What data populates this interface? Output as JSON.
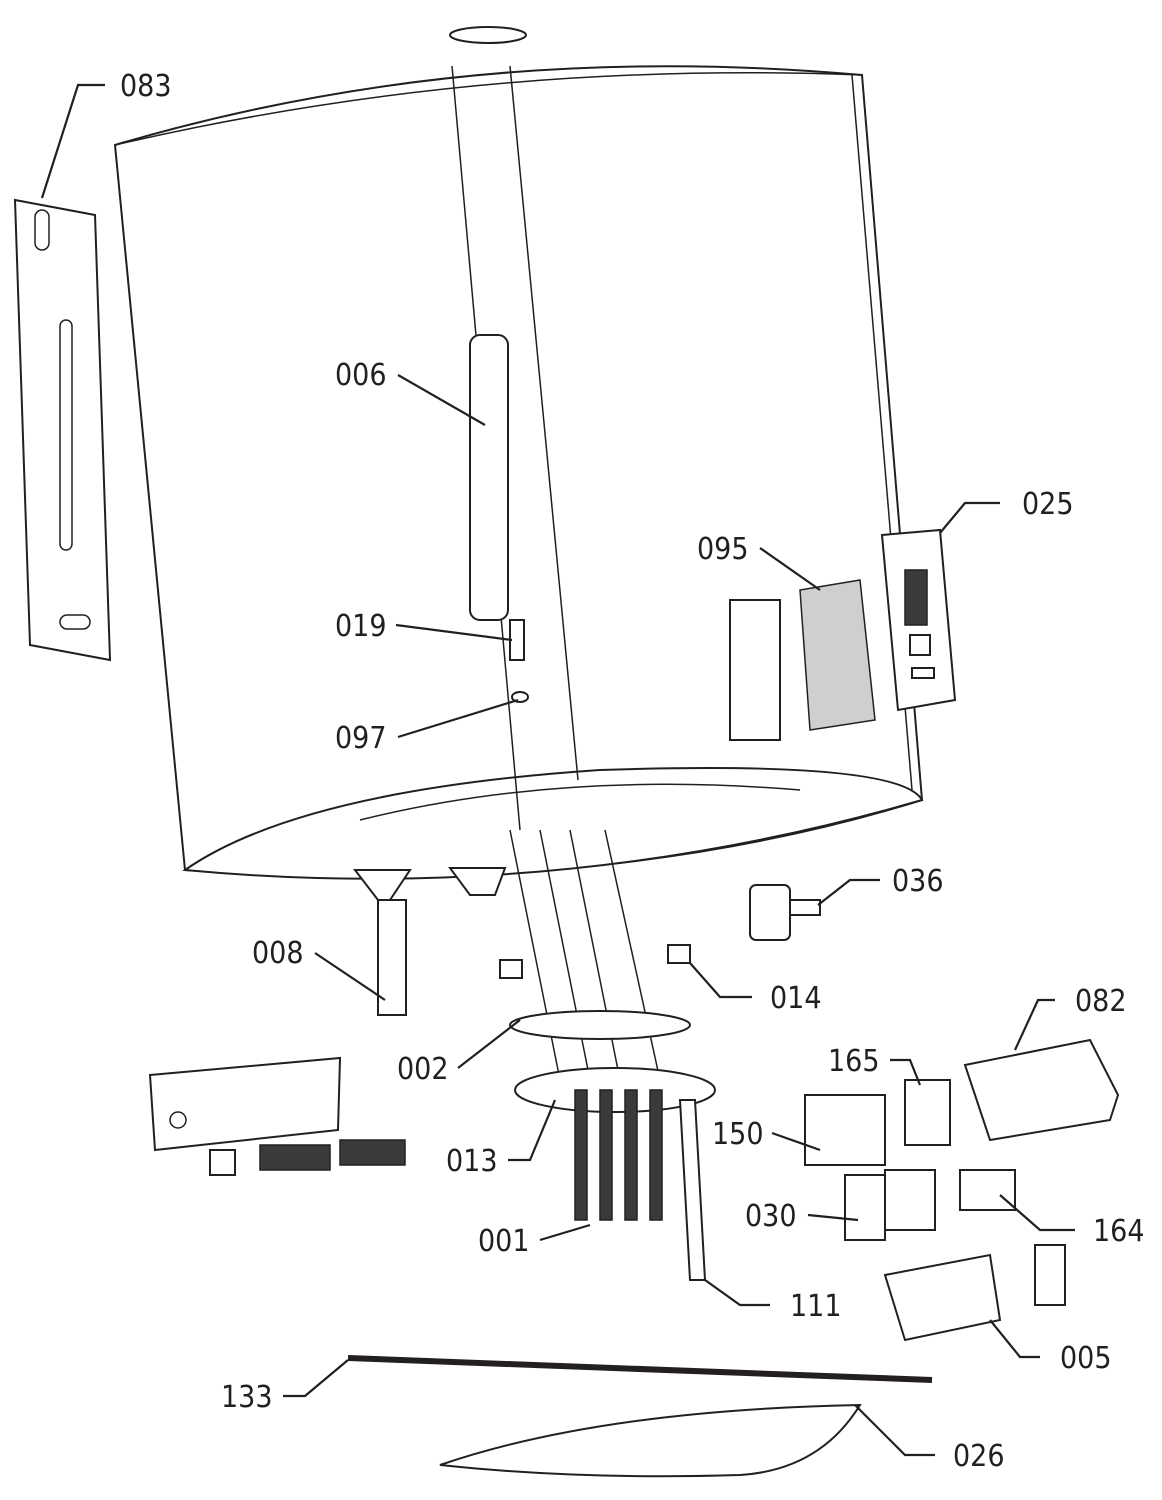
{
  "diagram": {
    "type": "exploded-parts-view",
    "parts": {
      "p083": "083",
      "p006": "006",
      "p019": "019",
      "p097": "097",
      "p095": "095",
      "p025": "025",
      "p036": "036",
      "p008": "008",
      "p014": "014",
      "p002": "002",
      "p082": "082",
      "p165": "165",
      "p150": "150",
      "p013": "013",
      "p030": "030",
      "p164": "164",
      "p001": "001",
      "p111": "111",
      "p005": "005",
      "p133": "133",
      "p026": "026"
    }
  }
}
